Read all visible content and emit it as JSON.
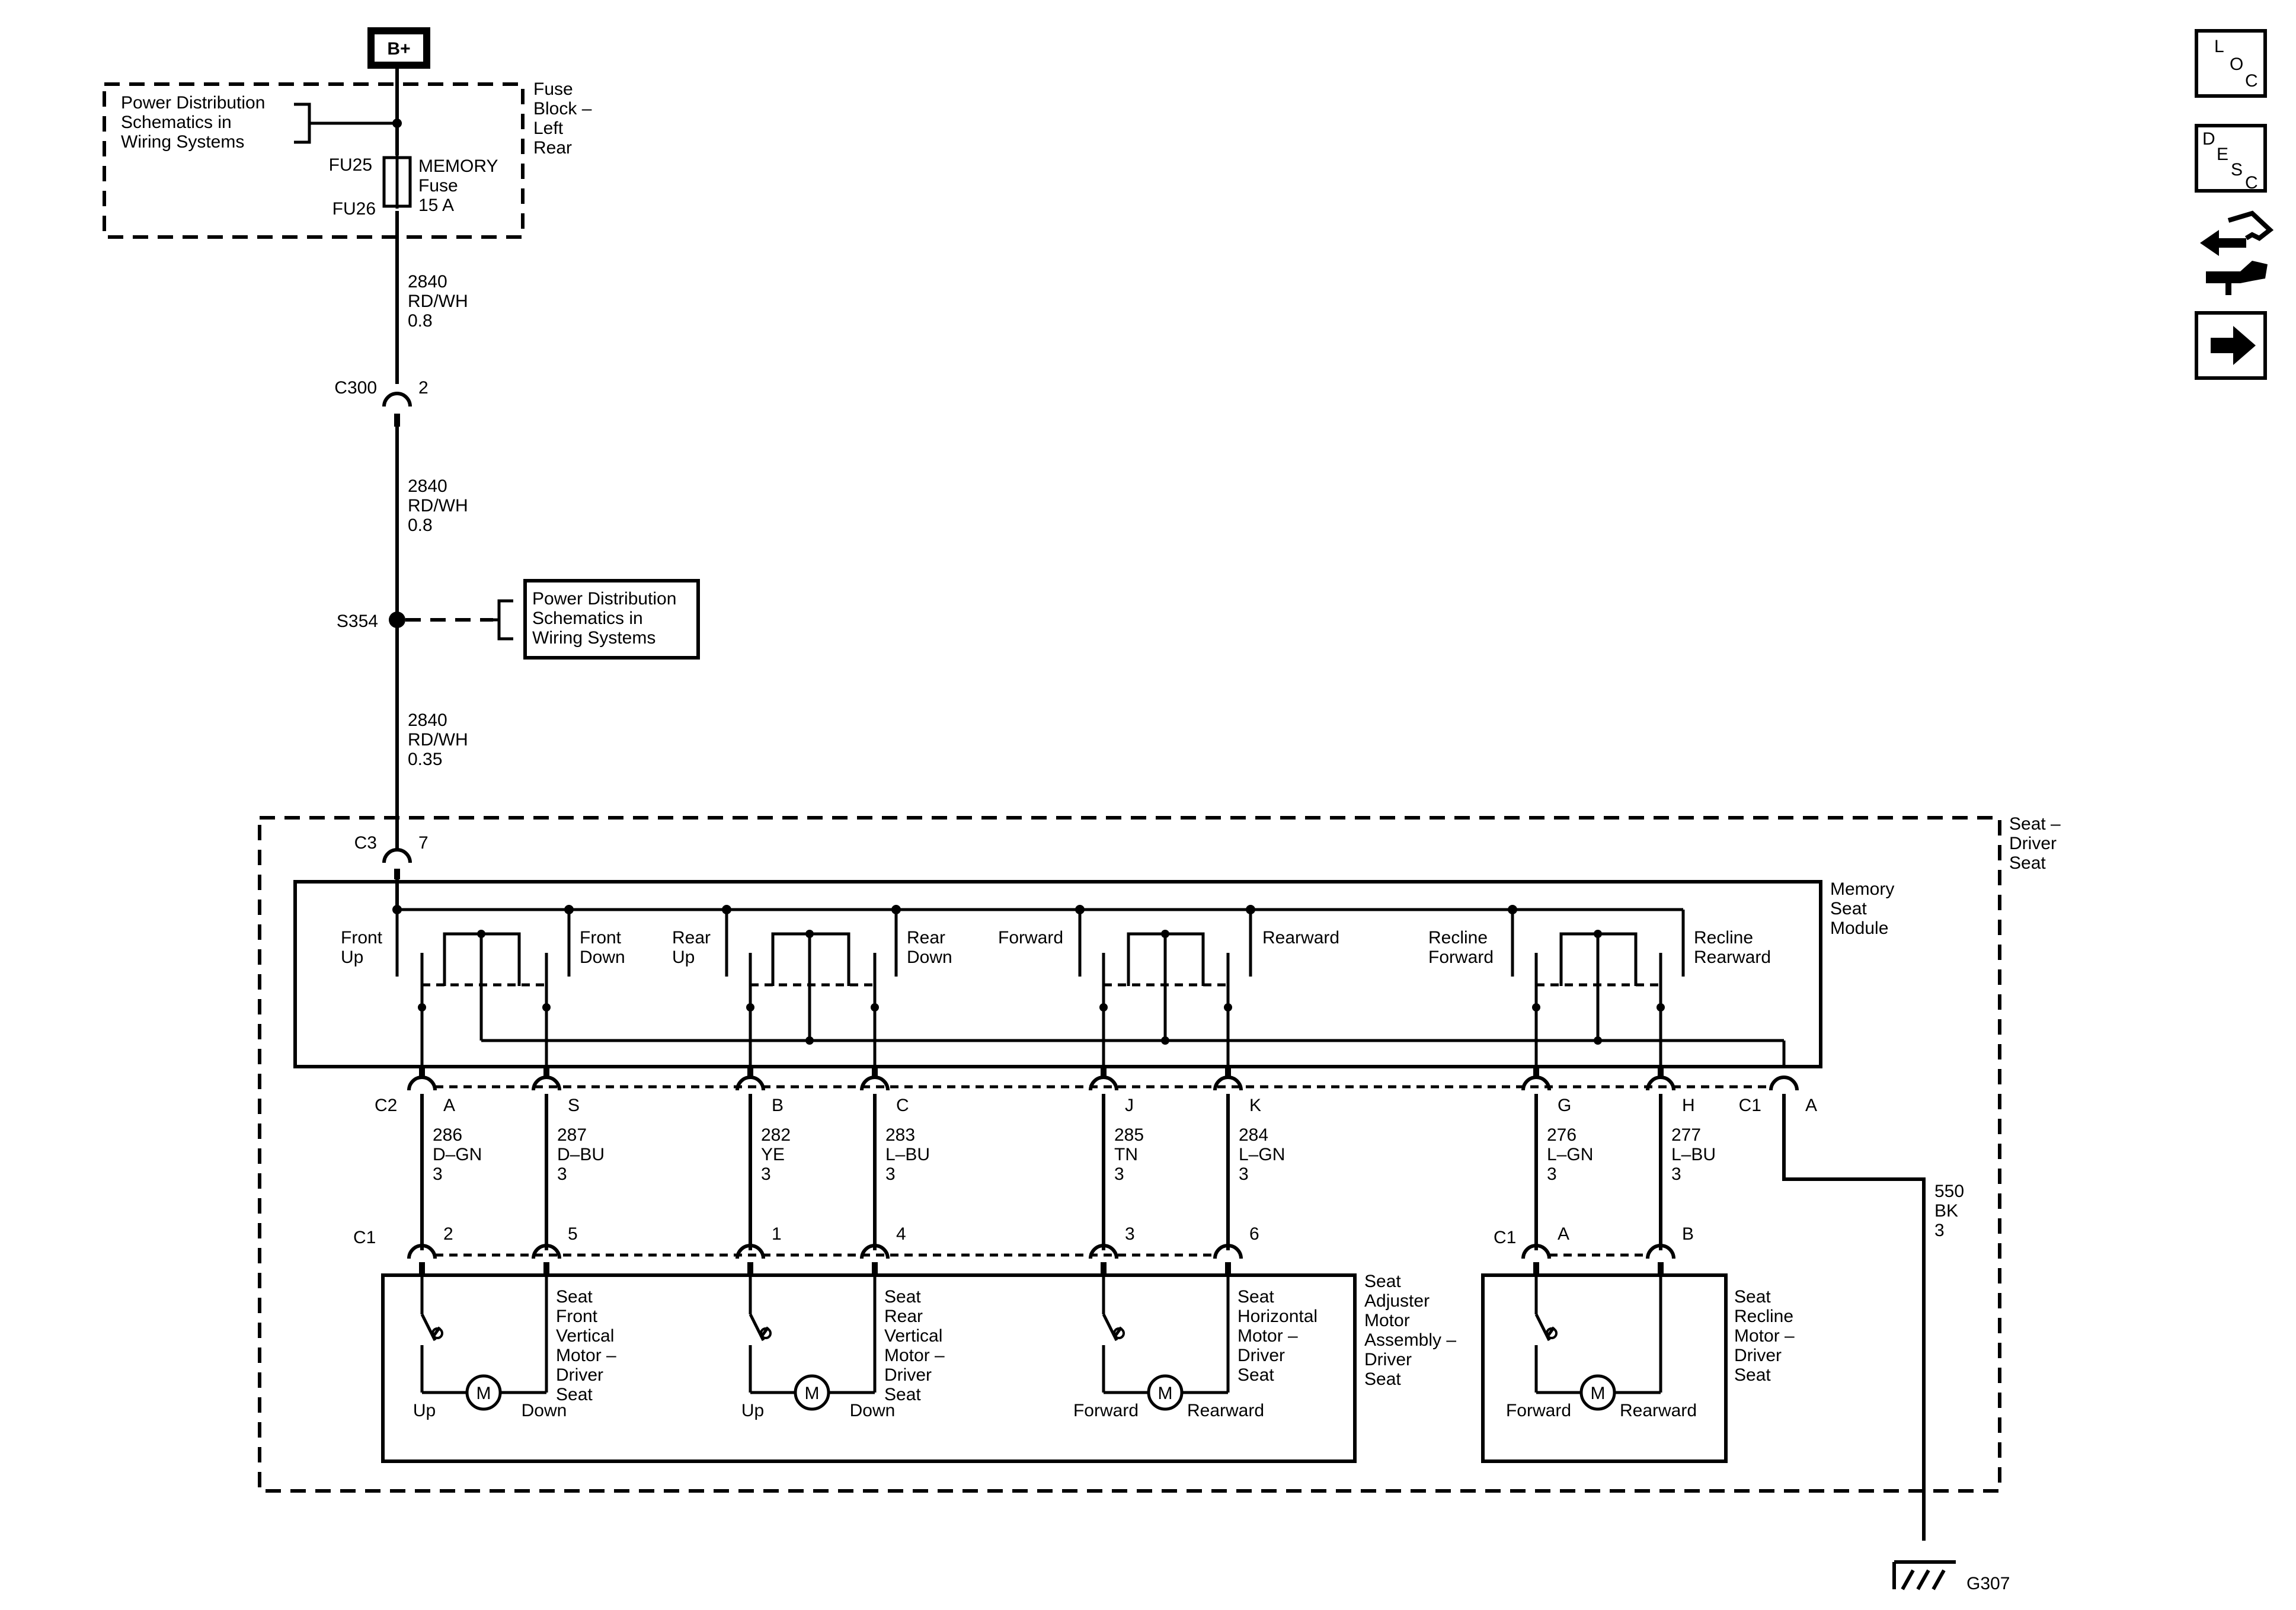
{
  "power_source": {
    "label": "B+"
  },
  "fuse_block": {
    "ref_lines": [
      "Power Distribution",
      "Schematics in",
      "Wiring Systems"
    ],
    "name_lines": [
      "Fuse",
      "Block –",
      "Left",
      "Rear"
    ],
    "fuse_in": "FU25",
    "fuse_out": "FU26",
    "fuse_lines": [
      "MEMORY",
      "Fuse",
      "15 A"
    ]
  },
  "wires": {
    "w1": [
      "2840",
      "RD/WH",
      "0.8"
    ],
    "w2": [
      "2840",
      "RD/WH",
      "0.8"
    ],
    "w3": [
      "2840",
      "RD/WH",
      "0.35"
    ],
    "ground_wire": [
      "550",
      "BK",
      "3"
    ]
  },
  "connectors": {
    "c300": {
      "name": "C300",
      "pin": "2"
    },
    "c3": {
      "name": "C3",
      "pin": "7"
    },
    "c2": {
      "name": "C2"
    },
    "c1_ground": {
      "name": "C1",
      "pin": "A"
    },
    "c1_adjuster": {
      "name": "C1"
    },
    "c1_recline": {
      "name": "C1"
    }
  },
  "splice": {
    "name": "S354",
    "ref_lines": [
      "Power Distribution",
      "Schematics in",
      "Wiring Systems"
    ]
  },
  "seat": {
    "lines": [
      "Seat –",
      "Driver",
      "Seat"
    ]
  },
  "module": {
    "lines": [
      "Memory",
      "Seat",
      "Module"
    ],
    "switches": [
      {
        "left": [
          "Front",
          "Up"
        ],
        "right": [
          "Front",
          "Down"
        ]
      },
      {
        "left": [
          "Rear",
          "Up"
        ],
        "right": [
          "Rear",
          "Down"
        ]
      },
      {
        "left": [
          "Forward"
        ],
        "right": [
          "Rearward"
        ]
      },
      {
        "left": [
          "Recline",
          "Forward"
        ],
        "right": [
          "Recline",
          "Rearward"
        ]
      }
    ]
  },
  "circuits": [
    {
      "c2_pin": "A",
      "lines": [
        "286",
        "D–GN",
        "3"
      ],
      "c1_pin": "2"
    },
    {
      "c2_pin": "S",
      "lines": [
        "287",
        "D–BU",
        "3"
      ],
      "c1_pin": "5"
    },
    {
      "c2_pin": "B",
      "lines": [
        "282",
        "YE",
        "3"
      ],
      "c1_pin": "1"
    },
    {
      "c2_pin": "C",
      "lines": [
        "283",
        "L–BU",
        "3"
      ],
      "c1_pin": "4"
    },
    {
      "c2_pin": "J",
      "lines": [
        "285",
        "TN",
        "3"
      ],
      "c1_pin": "3"
    },
    {
      "c2_pin": "K",
      "lines": [
        "284",
        "L–GN",
        "3"
      ],
      "c1_pin": "6"
    },
    {
      "c2_pin": "G",
      "lines": [
        "276",
        "L–GN",
        "3"
      ],
      "c1_pin": "A"
    },
    {
      "c2_pin": "H",
      "lines": [
        "277",
        "L–BU",
        "3"
      ],
      "c1_pin": "B"
    }
  ],
  "motors": [
    {
      "symbol": "M",
      "left": "Up",
      "right": "Down",
      "lines": [
        "Seat",
        "Front",
        "Vertical",
        "Motor –",
        "Driver",
        "Seat"
      ]
    },
    {
      "symbol": "M",
      "left": "Up",
      "right": "Down",
      "lines": [
        "Seat",
        "Rear",
        "Vertical",
        "Motor –",
        "Driver",
        "Seat"
      ]
    },
    {
      "symbol": "M",
      "left": "Forward",
      "right": "Rearward",
      "lines": [
        "Seat",
        "Horizontal",
        "Motor –",
        "Driver",
        "Seat"
      ]
    },
    {
      "symbol": "M",
      "left": "Forward",
      "right": "Rearward",
      "lines": [
        "Seat",
        "Recline",
        "Motor –",
        "Driver",
        "Seat"
      ]
    }
  ],
  "assembly": {
    "lines": [
      "Seat",
      "Adjuster",
      "Motor",
      "Assembly –",
      "Driver",
      "Seat"
    ]
  },
  "ground": {
    "name": "G307"
  },
  "side_icons": [
    {
      "name": "loc-icon",
      "letters": [
        "L",
        "O",
        "C"
      ]
    },
    {
      "name": "desc-icon",
      "letters": [
        "D",
        "E",
        "S",
        "C"
      ]
    },
    {
      "name": "connector-tool-icon"
    },
    {
      "name": "next-arrow-icon"
    }
  ]
}
